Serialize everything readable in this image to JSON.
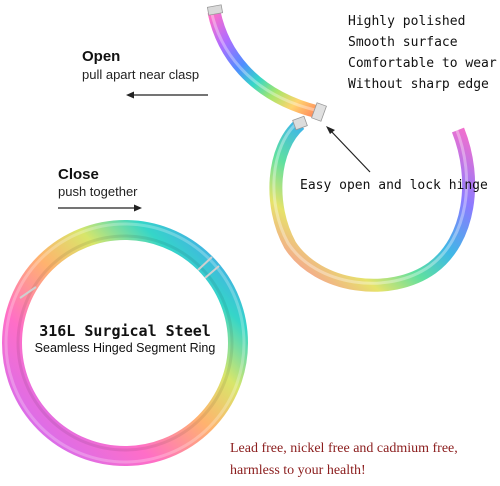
{
  "open": {
    "heading": "Open",
    "instruction": "pull apart near clasp"
  },
  "close": {
    "heading": "Close",
    "instruction": "push together"
  },
  "features": [
    "Highly polished",
    "Smooth surface",
    "Comfortable to wear",
    "Without sharp edge"
  ],
  "hinge_label": "Easy open and lock hinge",
  "ring": {
    "material": "316L Surgical Steel",
    "description": "Seamless Hinged Segment Ring"
  },
  "health_note": [
    "Lead free, nickel free and cadmium free,",
    "harmless to your health!"
  ],
  "colors": {
    "health_text": "#8b1d1d",
    "rainbow": [
      "#ff6ec7",
      "#b06cff",
      "#4f8dff",
      "#35d6c8",
      "#a8e66a",
      "#ffd36e",
      "#ff8a5c"
    ]
  }
}
